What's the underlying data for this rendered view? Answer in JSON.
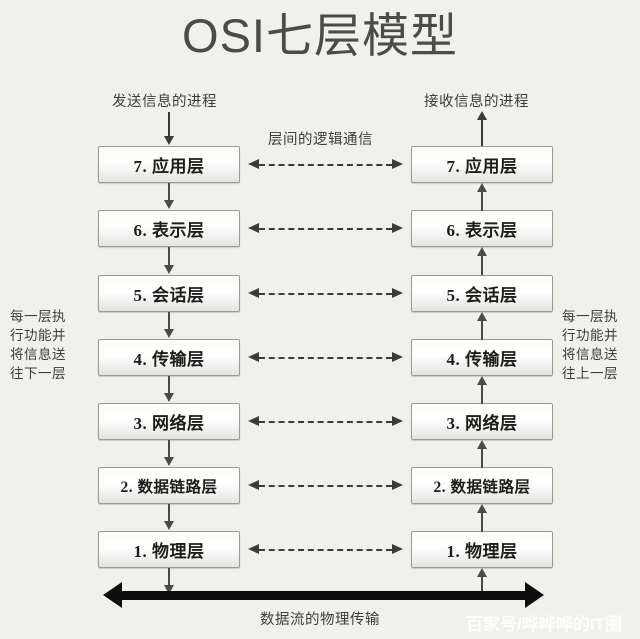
{
  "title": "OSI七层模型",
  "background_color": "#f1f1ec",
  "title_color": "#4b4b49",
  "labels": {
    "sender_process": "发送信息的进程",
    "receiver_process": "接收信息的进程",
    "logical_communication": "层间的逻辑通信",
    "left_side_note": "每一层执行功能并将信息送往下一层",
    "right_side_note": "每一层执行功能并将信息送往上一层",
    "bottom_caption": "数据流的物理传输"
  },
  "layers": [
    {
      "id": 7,
      "name": "7. 应用层"
    },
    {
      "id": 6,
      "name": "6. 表示层"
    },
    {
      "id": 5,
      "name": "5. 会话层"
    },
    {
      "id": 4,
      "name": "4. 传输层"
    },
    {
      "id": 3,
      "name": "3. 网络层"
    },
    {
      "id": 2,
      "name": "2. 数据链路层"
    },
    {
      "id": 1,
      "name": "1. 物理层"
    }
  ],
  "columns": {
    "left": {
      "role": "sender",
      "flow_direction": "down",
      "layers": [
        "7. 应用层",
        "6. 表示层",
        "5. 会话层",
        "4. 传输层",
        "3. 网络层",
        "2. 数据链路层",
        "1. 物理层"
      ]
    },
    "right": {
      "role": "receiver",
      "flow_direction": "up",
      "layers": [
        "7. 应用层",
        "6. 表示层",
        "5. 会话层",
        "4. 传输层",
        "3. 网络层",
        "2. 数据链路层",
        "1. 物理层"
      ]
    }
  },
  "watermark": "百家号/哗哗哗的IT圈"
}
